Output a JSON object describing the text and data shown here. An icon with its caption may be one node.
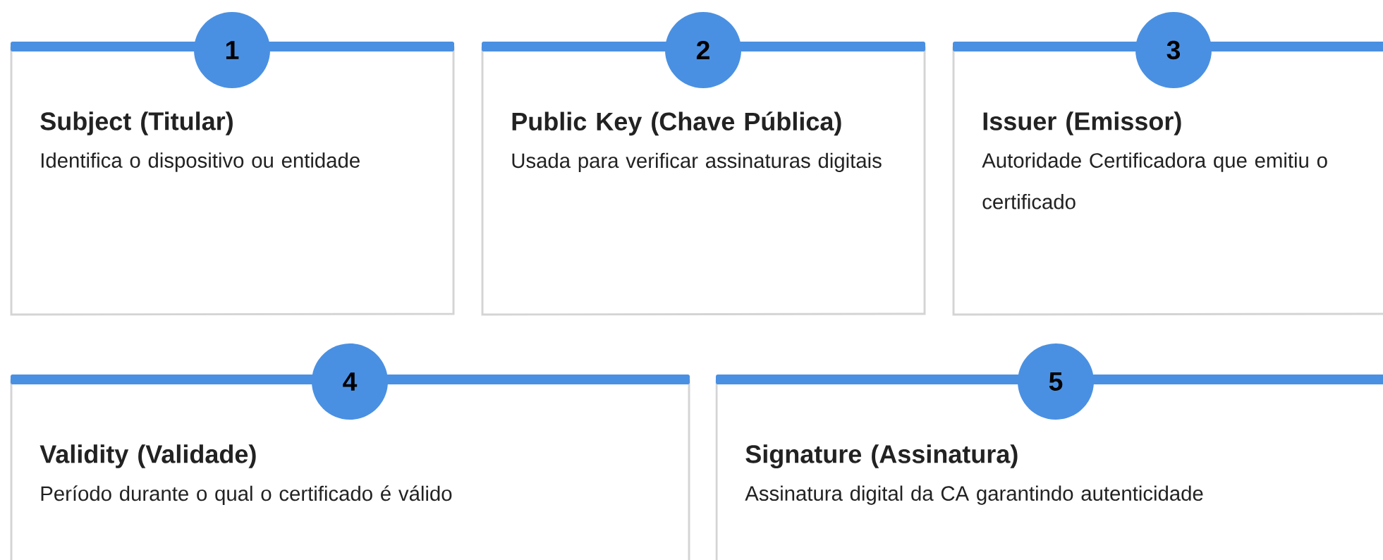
{
  "diagram": {
    "nodes": [
      {
        "text": [
          "1"
        ]
      },
      {
        "text": [
          "Subject (Titular)",
          "Identifica o dispositivo ou entidade"
        ]
      },
      {
        "text": [
          "2"
        ]
      },
      {
        "text": [
          "Public Key (Chave Pública)",
          "Usada para verificar assinaturas digitais"
        ]
      },
      {
        "text": [
          "3"
        ]
      },
      {
        "text": [
          "Issuer (Emissor)",
          "Autoridade Certificadora que emitiu o certificado"
        ]
      },
      {
        "text": [
          "4"
        ]
      },
      {
        "text": [
          "Validity (Validade)",
          "Período durante o qual o certificado é válido"
        ]
      },
      {
        "text": [
          "5"
        ]
      },
      {
        "text": [
          "Signature (Assinatura)",
          "Assinatura digital da CA garantindo autenticidade"
        ]
      }
    ]
  }
}
